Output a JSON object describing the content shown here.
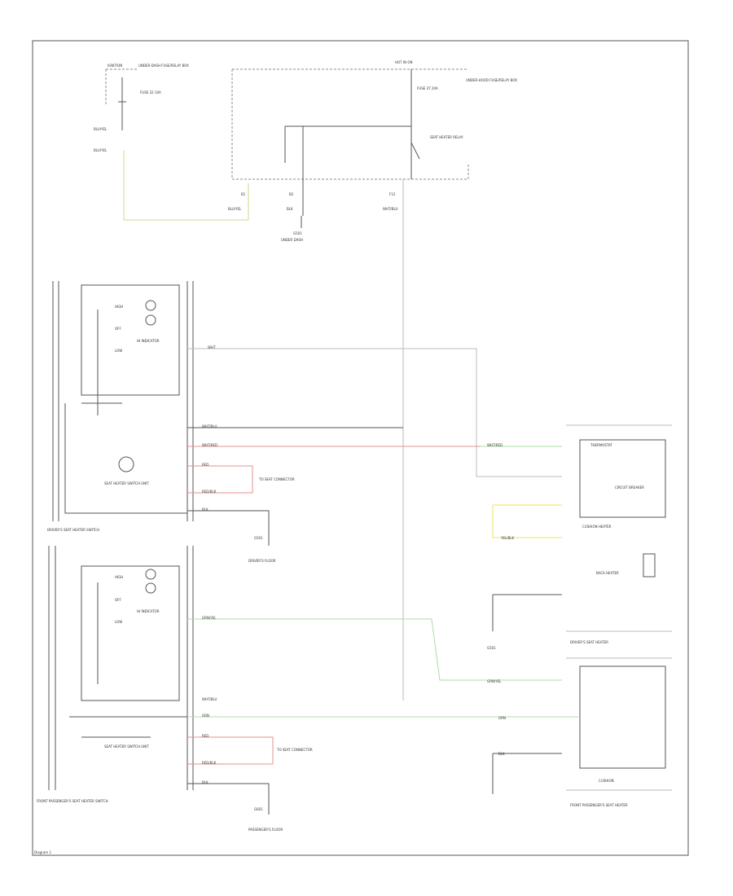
{
  "diagram": {
    "footer": "Diagram 1",
    "top_left": {
      "fuse_block_label": "IGNITION",
      "fuse_note": "UNDER-DASH FUSE/RELAY BOX",
      "fuse_label": "FUSE 22 10A",
      "wire_1": "BLU/YEL",
      "wire_2": "BLU/YEL"
    },
    "top_right": {
      "hot_label": "HOT IN ON",
      "relay_box_note": "UNDER-HOOD FUSE/RELAY BOX",
      "fuse_label": "FUSE 47 20A",
      "relay_label": "SEAT HEATER RELAY",
      "pin_a": "B1",
      "pin_b": "B2",
      "pin_c": "F12",
      "wire_a": "BLU/YEL",
      "wire_b": "WHT/BLU",
      "wire_c": "BLK",
      "ground_label": "G501",
      "ground_note": "UNDER DASH"
    },
    "driver_switch": {
      "label": "DRIVER'S SEAT HEATER SWITCH",
      "hi": "HIGH",
      "off": "OFF",
      "lo": "LOW",
      "ind": "HI INDICATOR",
      "unit": "SEAT HEATER SWITCH UNIT",
      "wires": [
        "WHT",
        "WHT/BLU",
        "WHT/RED",
        "RED",
        "RED/BLK",
        "BLK"
      ],
      "connector_note": "TO SEAT CONNECTOR",
      "ground_label": "G501",
      "ground_note": "DRIVER'S FLOOR"
    },
    "pass_switch": {
      "label": "FRONT PASSENGER'S SEAT HEATER SWITCH",
      "hi": "HIGH",
      "off": "OFF",
      "lo": "LOW",
      "ind": "HI INDICATOR",
      "unit": "SEAT HEATER SWITCH UNIT",
      "wires": [
        "GRN/YEL",
        "WHT/BLU",
        "GRN",
        "RED",
        "RED/BLK",
        "BLK"
      ],
      "connector_note": "TO SEAT CONNECTOR",
      "ground_label": "G601",
      "ground_note": "PASSENGER'S FLOOR"
    },
    "right": {
      "cushion_label": "CUSHION HEATER",
      "thermo_label": "THERMOSTAT",
      "circuit_label": "CIRCUIT BREAKER",
      "back_heater": "BACK HEATER",
      "driver_note": "DRIVER'S SEAT HEATER",
      "cushion2": "CUSHION",
      "pass_note": "FRONT PASSENGER'S SEAT HEATER",
      "g_label": "G501",
      "wire_a": "WHT/RED",
      "wire_b": "GRN/YEL",
      "wire_c": "YEL/BLK",
      "wire_d": "GRN",
      "wire_e": "BLK"
    }
  }
}
